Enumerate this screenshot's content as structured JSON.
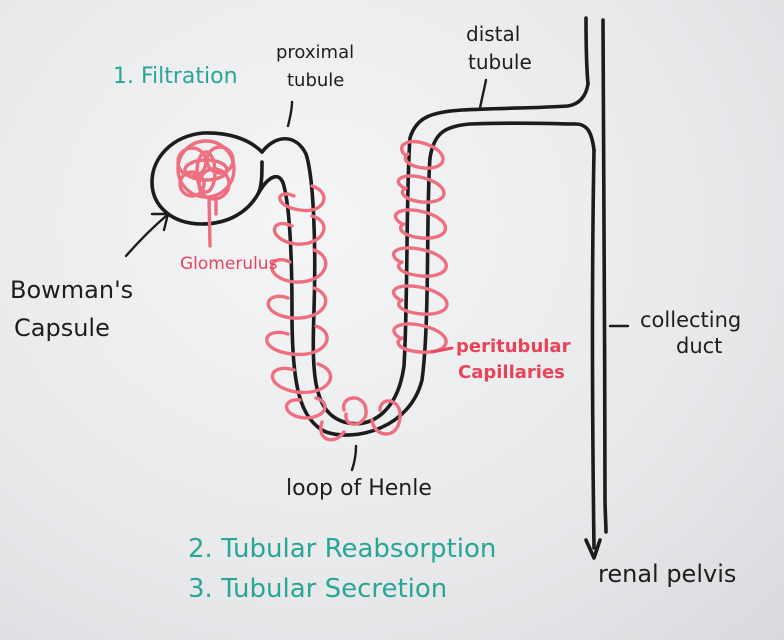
{
  "labels": {
    "filtration": "1. Filtration",
    "proximal_line1": "proximal",
    "proximal_line2": "tubule",
    "distal_line1": "distal",
    "distal_line2": "tubule",
    "bowmans_line1": "Bowman's",
    "bowmans_line2": "Capsule",
    "glomerulus": "Glomerulus",
    "peritubular_line1": "peritubular",
    "peritubular_line2": "Capillaries",
    "collecting_line1": "collecting",
    "collecting_line2": "duct",
    "loop_of_henle": "loop of Henle",
    "renal_pelvis": "renal pelvis",
    "reabsorption": "2. Tubular Reabsorption",
    "secretion": "3. Tubular Secretion"
  },
  "colors": {
    "ink_black": "#1c1c1c",
    "ink_red": "#e84a5f",
    "ink_pink": "#ee6f7f",
    "ink_teal": "#2aa696",
    "board": "#f4f5f6"
  }
}
